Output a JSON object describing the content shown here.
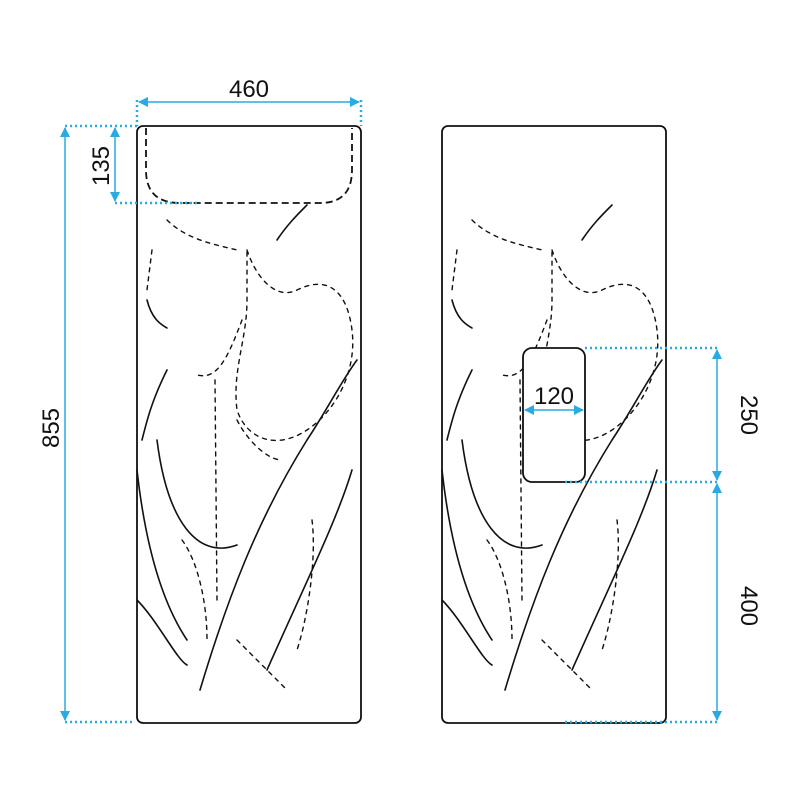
{
  "drawing": {
    "left_view": {
      "width_label": "460",
      "height_label": "855",
      "basin_depth_label": "135"
    },
    "right_view": {
      "cutout_width_label": "120",
      "cutout_height_label": "250",
      "cutout_base_height_label": "400"
    }
  },
  "colors": {
    "dimension": "#29abe2",
    "outline": "#111111"
  }
}
